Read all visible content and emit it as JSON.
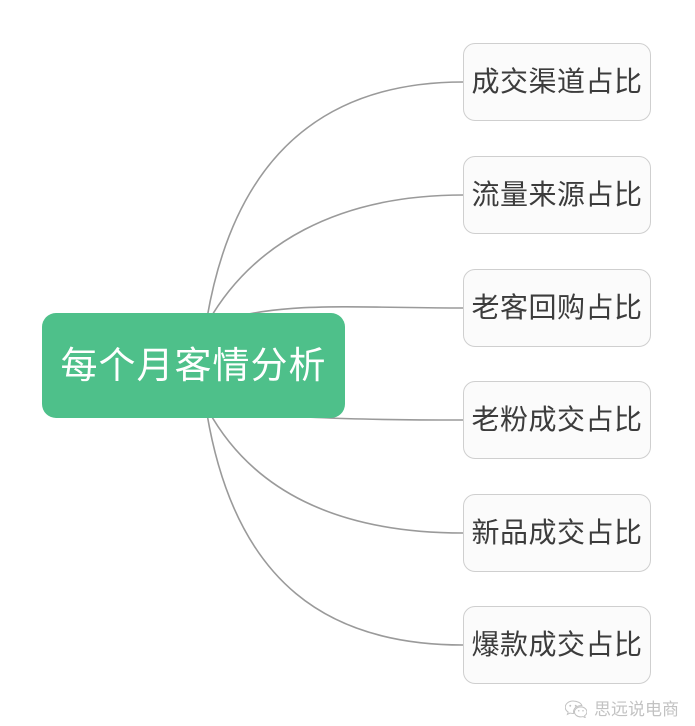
{
  "diagram": {
    "type": "mind-map",
    "background_color": "#ffffff",
    "root": {
      "label": "每个月客情分析",
      "fill_color": "#4ec08a",
      "text_color": "#ffffff"
    },
    "branch_style": {
      "fill_color": "#fbfbfb",
      "border_color": "#cfcfcf",
      "text_color": "#3c3c3c",
      "connector_color": "#9a9a9a"
    },
    "branches": [
      {
        "label": "成交渠道占比"
      },
      {
        "label": "流量来源占比"
      },
      {
        "label": "老客回购占比"
      },
      {
        "label": "老粉成交占比"
      },
      {
        "label": "新品成交占比"
      },
      {
        "label": "爆款成交占比"
      }
    ]
  },
  "watermark": {
    "text": "思远说电商",
    "icon": "wechat-icon"
  }
}
